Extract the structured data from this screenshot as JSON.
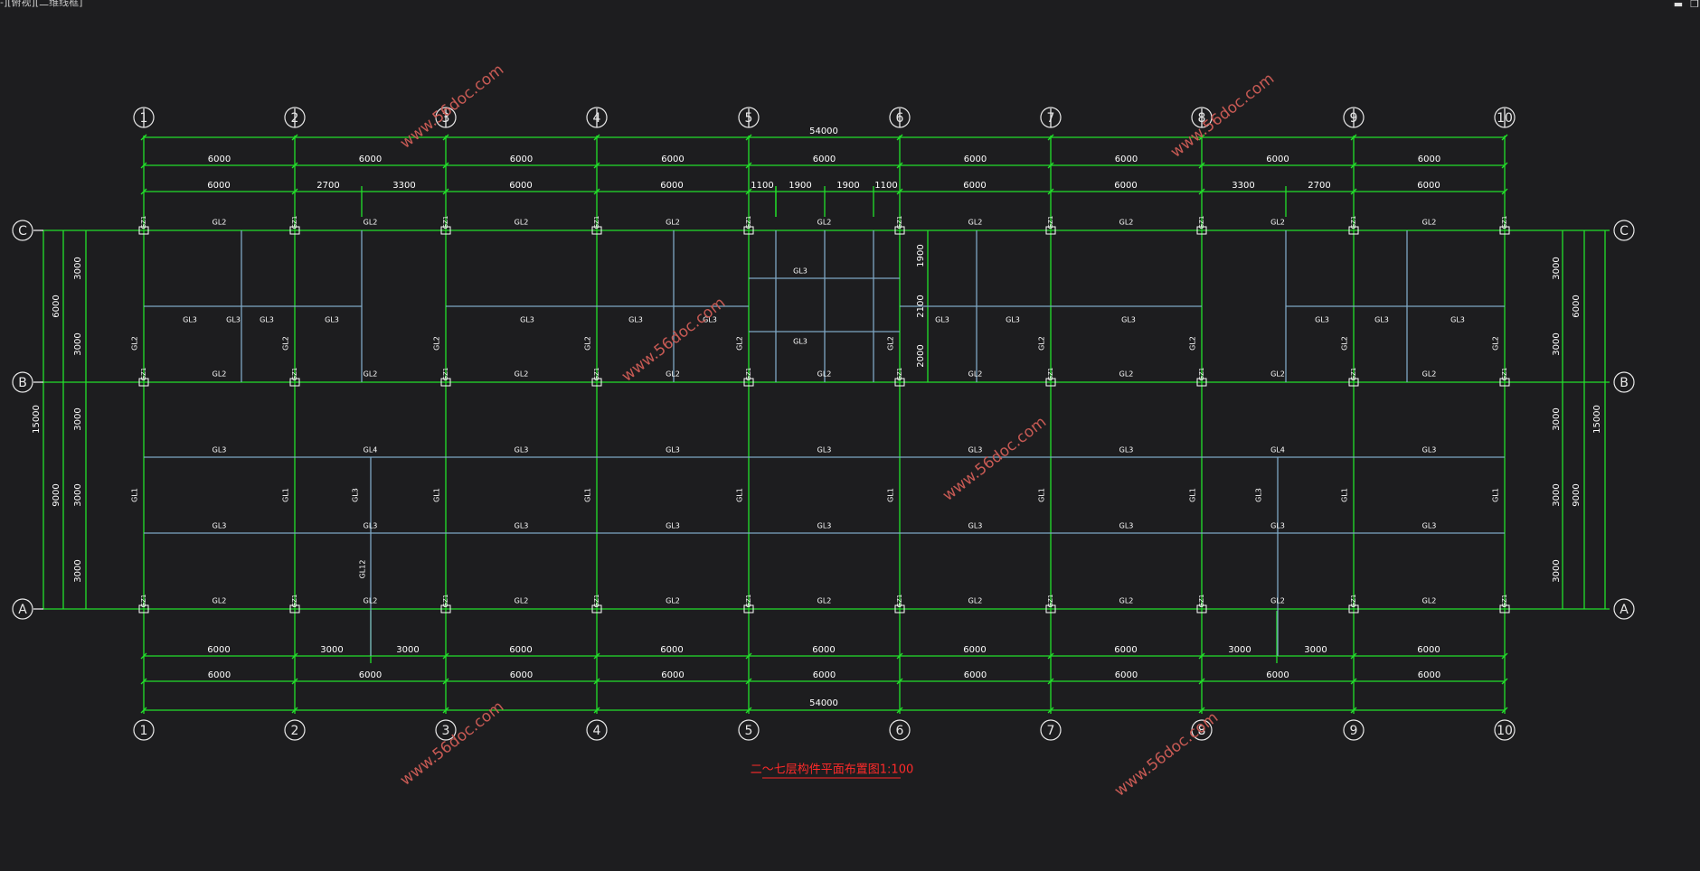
{
  "viewport": {
    "label": "-][俯视][二维线框]",
    "controls": {
      "minimize": "▬",
      "restore": "❐"
    }
  },
  "colors": {
    "background": "#1d1d1f",
    "axis_line": "#22e02a",
    "beam_line": "#7ea7c4",
    "dim_text": "#ffffff",
    "bubble": "#e8e8e8",
    "title": "#ff2a2a",
    "watermark": "#c75a54"
  },
  "grid": {
    "columns": [
      "1",
      "2",
      "3",
      "4",
      "5",
      "6",
      "7",
      "8",
      "9",
      "10"
    ],
    "rows": [
      "C",
      "B",
      "A"
    ]
  },
  "dimensions": {
    "top_total": "54000",
    "top_row1": [
      "6000",
      "6000",
      "6000",
      "6000",
      "6000",
      "6000",
      "6000",
      "6000",
      "6000"
    ],
    "top_row2": [
      "6000",
      "2700",
      "3300",
      "6000",
      "6000",
      "1100",
      "1900",
      "1900",
      "1100",
      "6000",
      "6000",
      "3300",
      "2700",
      "6000"
    ],
    "bottom_row1": [
      "6000",
      "3000",
      "3000",
      "6000",
      "6000",
      "6000",
      "6000",
      "6000",
      "3000",
      "3000",
      "6000"
    ],
    "bottom_row2": [
      "6000",
      "6000",
      "6000",
      "6000",
      "6000",
      "6000",
      "6000",
      "6000",
      "6000"
    ],
    "bottom_total": "54000",
    "left_total": "15000",
    "left_mid": [
      "6000",
      "9000"
    ],
    "left_inner": [
      "3000",
      "3000",
      "3000",
      "3000",
      "3000"
    ],
    "right_total": "15000",
    "right_mid": [
      "6000",
      "9000"
    ],
    "right_inner": [
      "3000",
      "3000",
      "3000",
      "3000",
      "3000"
    ],
    "stair_dims": [
      "1900",
      "2100",
      "2000"
    ]
  },
  "beam_labels": {
    "gl1": "GL1",
    "gl2": "GL2",
    "gl3": "GL3",
    "gl4": "GL4",
    "gl12": "GL12",
    "gz1": "GZ1"
  },
  "drawing_title": "二～七层构件平面布置图1:100",
  "watermark_text": "www.56doc.com"
}
